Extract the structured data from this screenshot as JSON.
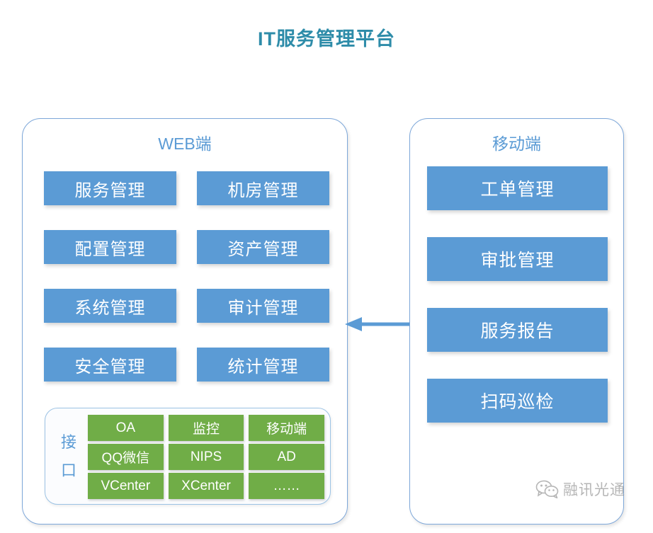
{
  "title": "IT服务管理平台",
  "colors": {
    "title_teal": "#2E8CA9",
    "panel_border": "#7DA7D9",
    "tile_blue": "#5B9BD5",
    "tile_green": "#70AD47",
    "arrow_blue": "#5B9BD5",
    "watermark_gray": "#8A8A8A"
  },
  "web_panel": {
    "heading": "WEB端",
    "modules": [
      {
        "label": "服务管理",
        "column": "left",
        "row": 1
      },
      {
        "label": "机房管理",
        "column": "right",
        "row": 1
      },
      {
        "label": "配置管理",
        "column": "left",
        "row": 2
      },
      {
        "label": "资产管理",
        "column": "right",
        "row": 2
      },
      {
        "label": "系统管理",
        "column": "left",
        "row": 3
      },
      {
        "label": "审计管理",
        "column": "right",
        "row": 3
      },
      {
        "label": "安全管理",
        "column": "left",
        "row": 4
      },
      {
        "label": "统计管理",
        "column": "right",
        "row": 4
      }
    ],
    "interface_section": {
      "label": "接口",
      "label_chars": [
        "接",
        "口"
      ],
      "items": [
        "OA",
        "监控",
        "移动端",
        "QQ微信",
        "NIPS",
        "AD",
        "VCenter",
        "XCenter",
        "……"
      ]
    }
  },
  "mobile_panel": {
    "heading": "移动端",
    "modules": [
      {
        "label": "工单管理"
      },
      {
        "label": "审批管理"
      },
      {
        "label": "服务报告"
      },
      {
        "label": "扫码巡检"
      }
    ]
  },
  "connector": {
    "name": "arrow-mobile-to-web",
    "direction": "left"
  },
  "watermark": {
    "icon": "wechat-icon",
    "text": "融讯光通"
  }
}
